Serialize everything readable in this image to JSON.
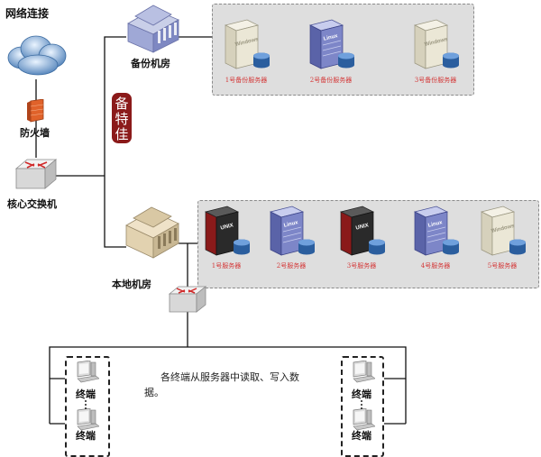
{
  "labels": {
    "internet": "网络连接",
    "firewall": "防火墙",
    "core_switch": "核心交换机",
    "backup_room": "备份机房",
    "local_room": "本地机房"
  },
  "seal_text": "备特佳",
  "backup_servers": [
    {
      "caption": "1号备份服务器",
      "os": "Windows"
    },
    {
      "caption": "2号备份服务器",
      "os": "Linux"
    },
    {
      "caption": "3号备份服务器",
      "os": "Windows"
    }
  ],
  "local_servers": [
    {
      "caption": "1号服务器",
      "os": "UNIX"
    },
    {
      "caption": "2号服务器",
      "os": "Linux"
    },
    {
      "caption": "3号服务器",
      "os": "UNIX"
    },
    {
      "caption": "4号服务器",
      "os": "Linux"
    },
    {
      "caption": "5号服务器",
      "os": "Windows"
    }
  ],
  "terminal_groups": [
    {
      "top": "终端",
      "bottom": "终端"
    },
    {
      "top": "终端",
      "bottom": "终端"
    }
  ],
  "note": "各终端从服务器中读取、写入数据。",
  "colors": {
    "panel": "#dedede",
    "caption_red": "#d43a3a",
    "seal": "#8b1a1a",
    "firewall": "#e0622a"
  }
}
